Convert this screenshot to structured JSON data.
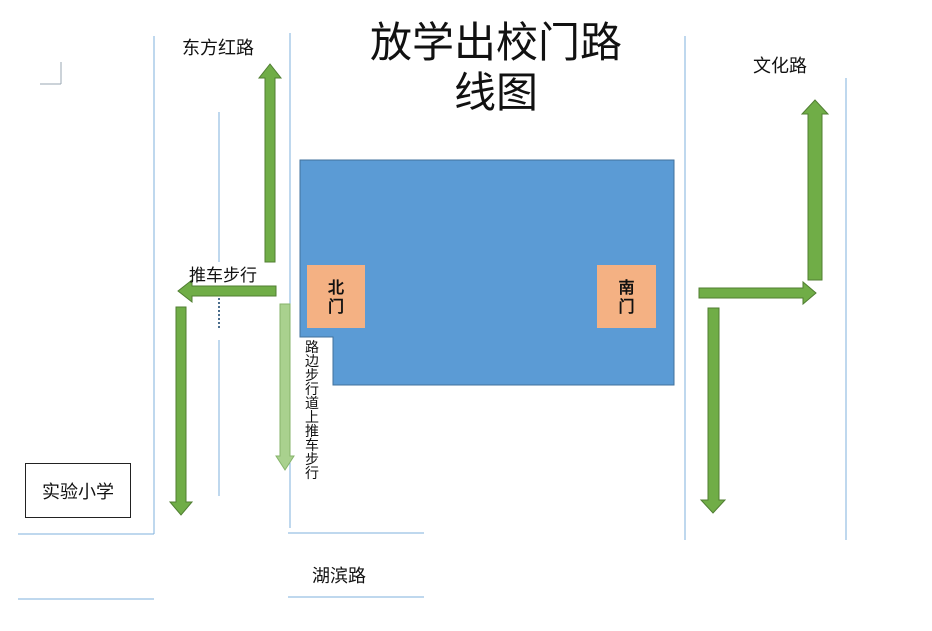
{
  "title": "放学出校门路\n线图",
  "roads": {
    "dongfanghong": "东方红路",
    "wenhua": "文化路",
    "hubin": "湖滨路"
  },
  "labels": {
    "push_bike": "推车步行",
    "sidewalk_push": "路边步行道上推车步行"
  },
  "gates": {
    "north": "北门",
    "south": "南门"
  },
  "school": "实验小学",
  "colors": {
    "campus": "#5b9bd5",
    "gate": "#f4b183",
    "arrow": "#70ad47",
    "arrow_light": "#a9d18e",
    "road_line": "#7fb1dc"
  }
}
